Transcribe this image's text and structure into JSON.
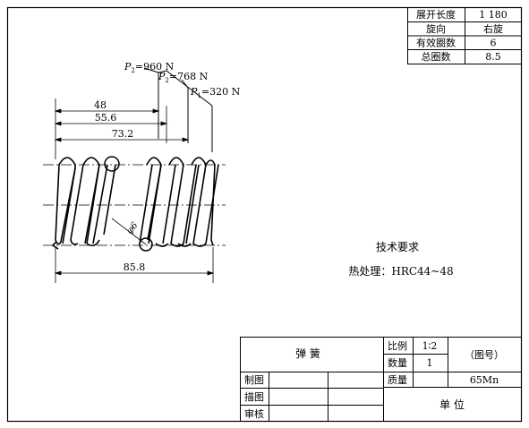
{
  "parameter_table": [
    {
      "label": "展开长度",
      "value": "1 180"
    },
    {
      "label": "旋向",
      "value": "右旋"
    },
    {
      "label": "有效圈数",
      "value": "6"
    },
    {
      "label": "总圈数",
      "value": "8.5"
    }
  ],
  "loads": {
    "p2": {
      "symbol": "P",
      "sub": "2",
      "value": "=960 N"
    },
    "p2b": {
      "symbol": "P",
      "sub": "2",
      "value": "=768 N"
    },
    "p1": {
      "symbol": "P",
      "sub": "1",
      "value": "=320 N"
    }
  },
  "dimensions": {
    "d1": "48",
    "d2": "55.6",
    "d3": "73.2",
    "total_length": "85.8",
    "wire_dia": "φ6"
  },
  "notes": {
    "title": "技术要求",
    "heat_treatment": "热处理：HRC44~48"
  },
  "title_block": {
    "part_name": "弹  簧",
    "scale_label": "比例",
    "scale_value": "1∶2",
    "qty_label": "数量",
    "qty_value": "1",
    "drawing_no": "（图号）",
    "mass_label": "质量",
    "material": "65Mn",
    "drawn_label": "制图",
    "traced_label": "描图",
    "checked_label": "审核",
    "unit": "单 位"
  }
}
